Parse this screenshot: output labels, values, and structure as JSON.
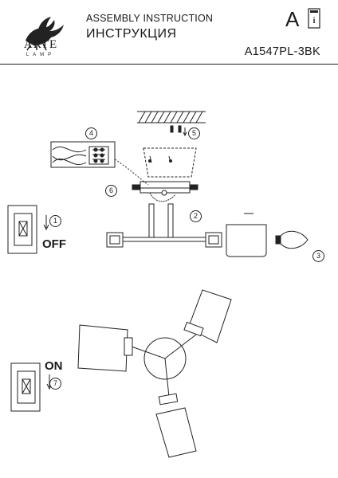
{
  "header": {
    "brand": "ARTE",
    "brand_sub": "LAMP",
    "title_en": "ASSEMBLY INSTRUCTION",
    "title_ru": "ИНСТРУКЦИЯ",
    "letter": "A",
    "model": "A1547PL-3BK"
  },
  "labels": {
    "off": "OFF",
    "on": "ON"
  },
  "steps": [
    "1",
    "2",
    "3",
    "4",
    "5",
    "6",
    "7"
  ],
  "icons": [
    "arte-griffin-logo",
    "manual-book-icon",
    "wall-switch-icon",
    "screwdriver-icon",
    "arrow-down-icon"
  ]
}
